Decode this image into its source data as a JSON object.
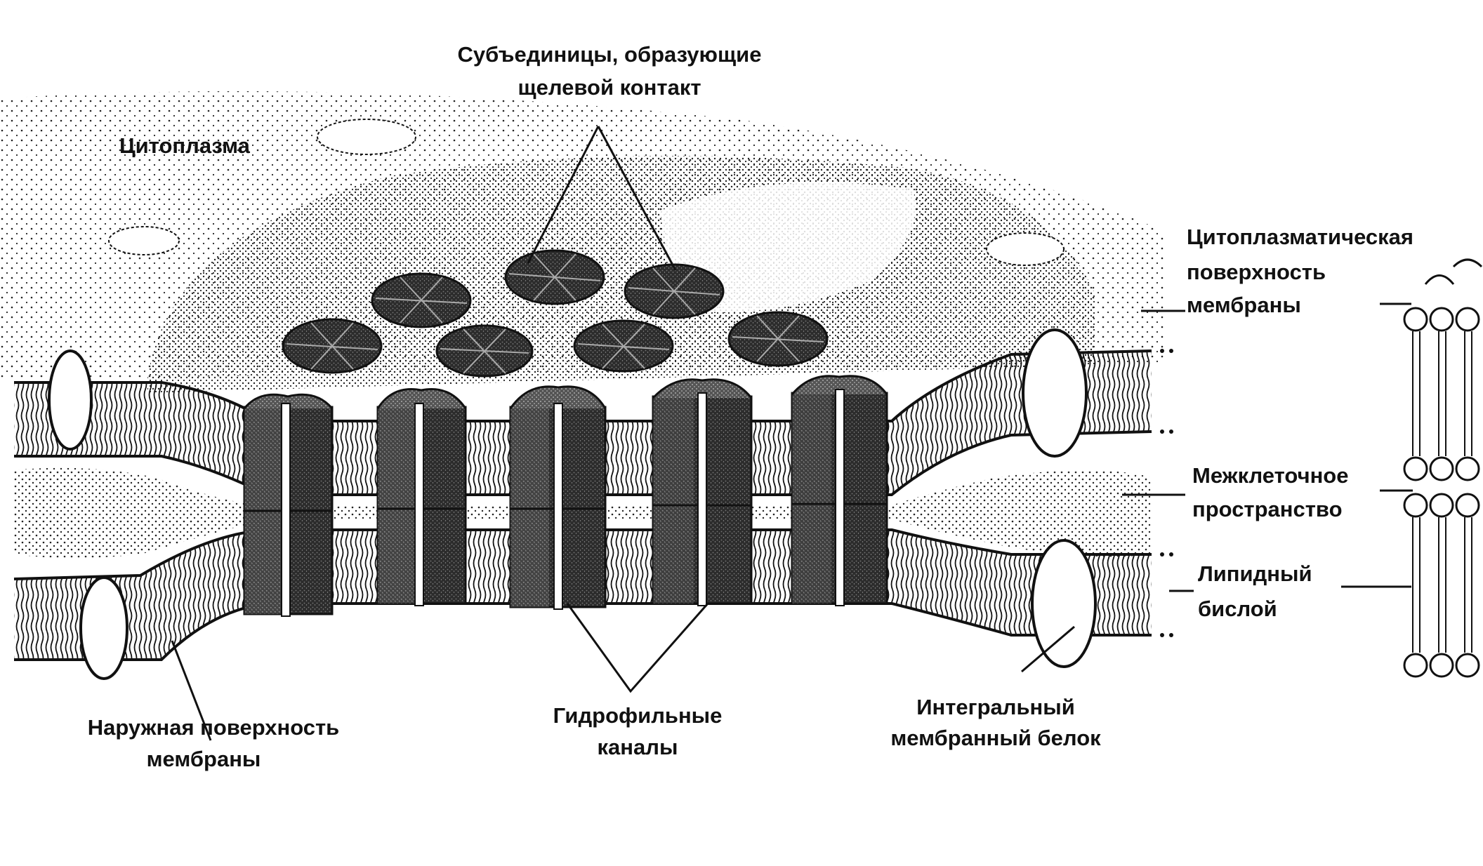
{
  "labels": {
    "subunits_line1": "Субъединицы, образующие",
    "subunits_line2": "щелевой контакт",
    "cytoplasm": "Цитоплазма",
    "cyto_surface_line1": "Цитоплазматическая",
    "cyto_surface_line2": "поверхность",
    "cyto_surface_line3": "мембраны",
    "intercellular_line1": "Межклеточное",
    "intercellular_line2": "пространство",
    "lipid_line1": "Липидный",
    "lipid_line2": "бислой",
    "outer_surface_line1": "Наружная поверхность",
    "outer_surface_line2": "мембраны",
    "channels_line1": "Гидрофильные",
    "channels_line2": "каналы",
    "protein_line1": "Интегральный",
    "protein_line2": "мембранный белок"
  },
  "colors": {
    "ink": "#111111",
    "connexon_dark": "#2a2a2a",
    "connexon_mid": "#5a5a5a",
    "channel": "#ffffff",
    "background": "#ffffff"
  }
}
